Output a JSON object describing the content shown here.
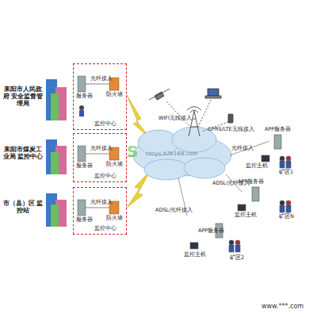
{
  "diagram": {
    "nodes": [
      {
        "text": [
          "监控中心"
        ]
      },
      {
        "text": [
          "监控中心"
        ]
      },
      {
        "text": [
          "监控中心"
        ]
      }
    ],
    "labels": [
      "耒阳市人民政府 安全监督管理局",
      "耒阳市煤炭工业局 监控中心",
      "市（县）区 监控站",
      "服务器",
      "光纤接入",
      "防火墙",
      "服务器",
      "光纤接入",
      "防火墙",
      "服务器",
      "光纤接入",
      "防火墙",
      "WIFI无线接入",
      "GPRS/LTE无线接入",
      "APP服务器",
      "光纤接入",
      "监控主机",
      "矿区1",
      "ADSL/光纤接入",
      "APP服务器",
      "监控主机",
      "矿区N",
      "ADSL/光纤接入",
      "APP服务器",
      "监控主机",
      "矿区2",
      "czzyx.b2b168.com",
      "www.***.com"
    ]
  }
}
